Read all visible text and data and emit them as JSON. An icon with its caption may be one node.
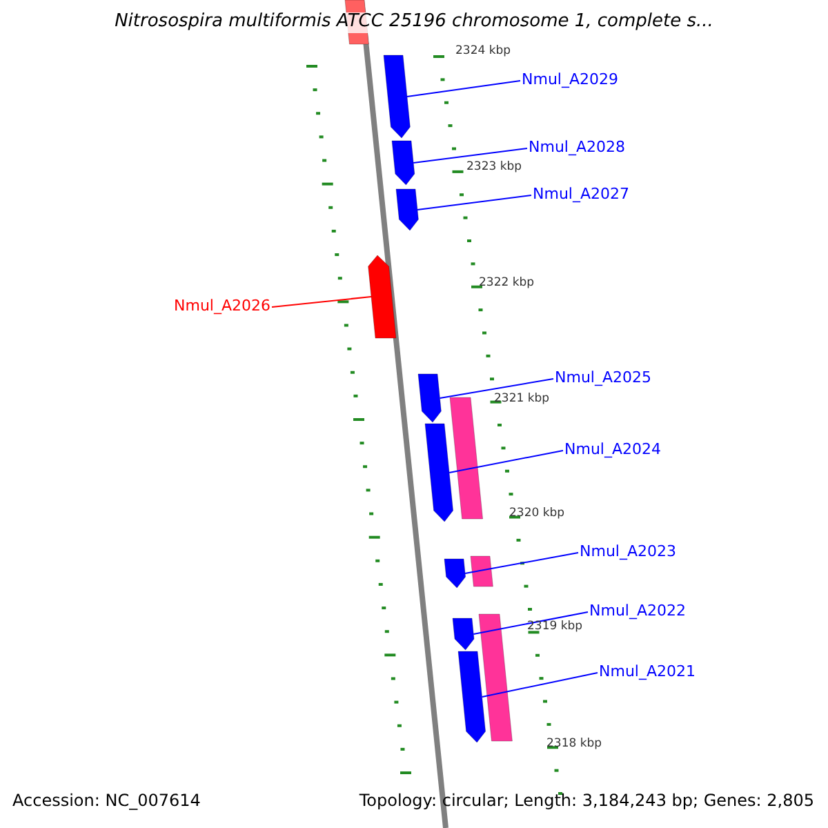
{
  "diagram": {
    "title": "Nitrosospira multiformis ATCC 25196 chromosome 1, complete s...",
    "nodes": [
      {
        "text": [],
        "shape": "bar"
      },
      {
        "text": [
          "Nmul_A2029"
        ]
      },
      {
        "text": [],
        "shape": "pentagon"
      },
      {
        "text": [
          "Nmul_A2028"
        ]
      },
      {
        "text": [],
        "shape": "pentagon"
      },
      {
        "text": [
          "Nmul_A2027"
        ]
      },
      {
        "text": [],
        "shape": "pentagon"
      },
      {
        "text": [],
        "shape": "pentagon"
      },
      {
        "text": [
          "Nmul_A2026"
        ]
      },
      {
        "text": [
          "Nmul_A2025"
        ]
      },
      {
        "text": [],
        "shape": "pentagon"
      },
      {
        "text": [],
        "shape": "bar"
      },
      {
        "text": [
          "Nmul_A2024"
        ]
      },
      {
        "text": [],
        "shape": "pentagon"
      },
      {
        "text": [
          "Nmul_A2023"
        ]
      },
      {
        "text": [],
        "shape": "pentagon"
      },
      {
        "text": [],
        "shape": "bar"
      },
      {
        "text": [
          "Nmul_A2022"
        ]
      },
      {
        "text": [],
        "shape": "pentagon"
      },
      {
        "text": [],
        "shape": "bar"
      },
      {
        "text": [
          "Nmul_A2021"
        ]
      },
      {
        "text": [],
        "shape": "pentagon"
      }
    ],
    "edges": [
      {
        "from": 1,
        "to": 2,
        "arrow": "none"
      },
      {
        "from": 3,
        "to": 4,
        "arrow": "none"
      },
      {
        "from": 5,
        "to": 6,
        "arrow": "none"
      },
      {
        "from": 8,
        "to": 7,
        "arrow": "none",
        "color": "#ff0000"
      },
      {
        "from": 9,
        "to": 10,
        "arrow": "none"
      },
      {
        "from": 12,
        "to": 13,
        "arrow": "none"
      },
      {
        "from": 14,
        "to": 15,
        "arrow": "none"
      },
      {
        "from": 17,
        "to": 18,
        "arrow": "none"
      },
      {
        "from": 20,
        "to": 21,
        "arrow": "none"
      }
    ],
    "labels": [
      "2324 kbp",
      "2323 kbp",
      "2322 kbp",
      "2321 kbp",
      "2320 kbp",
      "2319 kbp",
      "2318 kbp",
      "Accession: NC_007614",
      "Topology: circular; Length: 3,184,243 bp; Genes: 2,805"
    ]
  }
}
